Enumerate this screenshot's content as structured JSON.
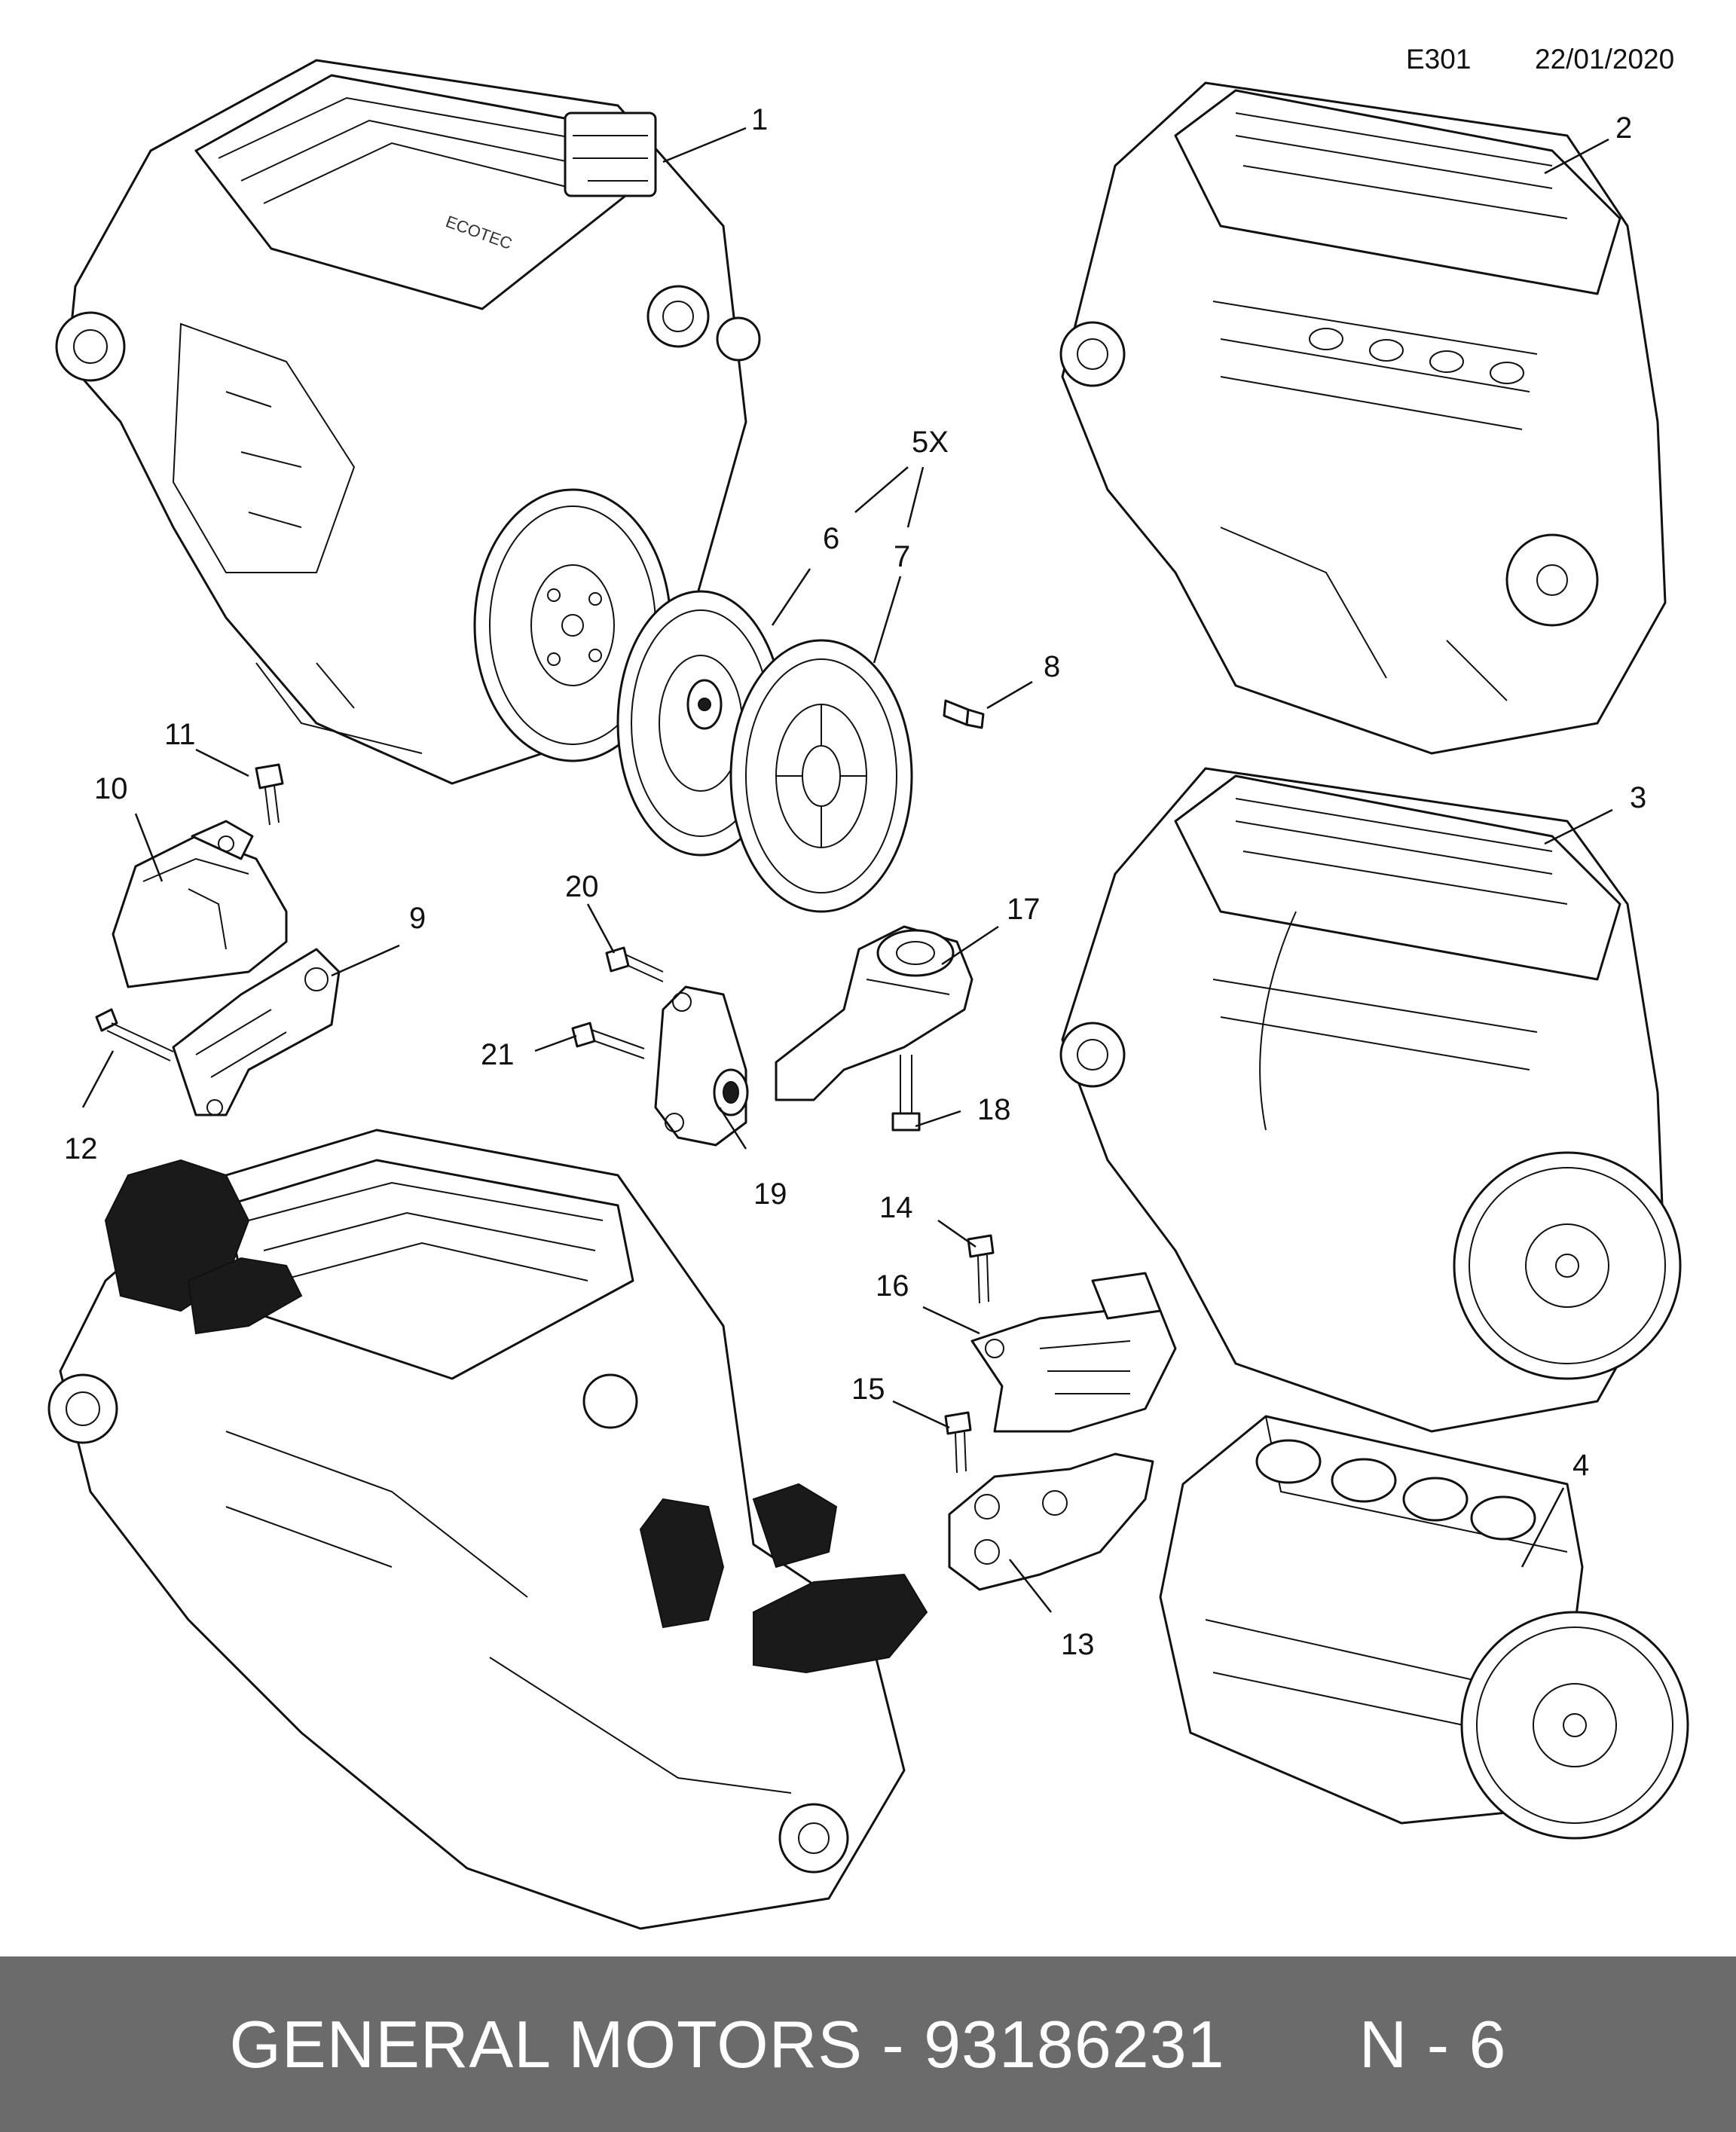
{
  "header": {
    "code": "E301",
    "date": "22/01/2020"
  },
  "callouts": [
    "1",
    "2",
    "3",
    "4",
    "5X",
    "6",
    "7",
    "8",
    "9",
    "10",
    "11",
    "12",
    "13",
    "14",
    "15",
    "16",
    "17",
    "18",
    "19",
    "20",
    "21"
  ],
  "footer": {
    "brand": "GENERAL MOTORS",
    "separator": " - ",
    "part_number": "93186231",
    "page": "N - 6"
  },
  "engine_badge": "ECOTEC",
  "colors": {
    "footer_bg": "#6b6b6b",
    "footer_text": "#ffffff",
    "line": "#111111"
  }
}
